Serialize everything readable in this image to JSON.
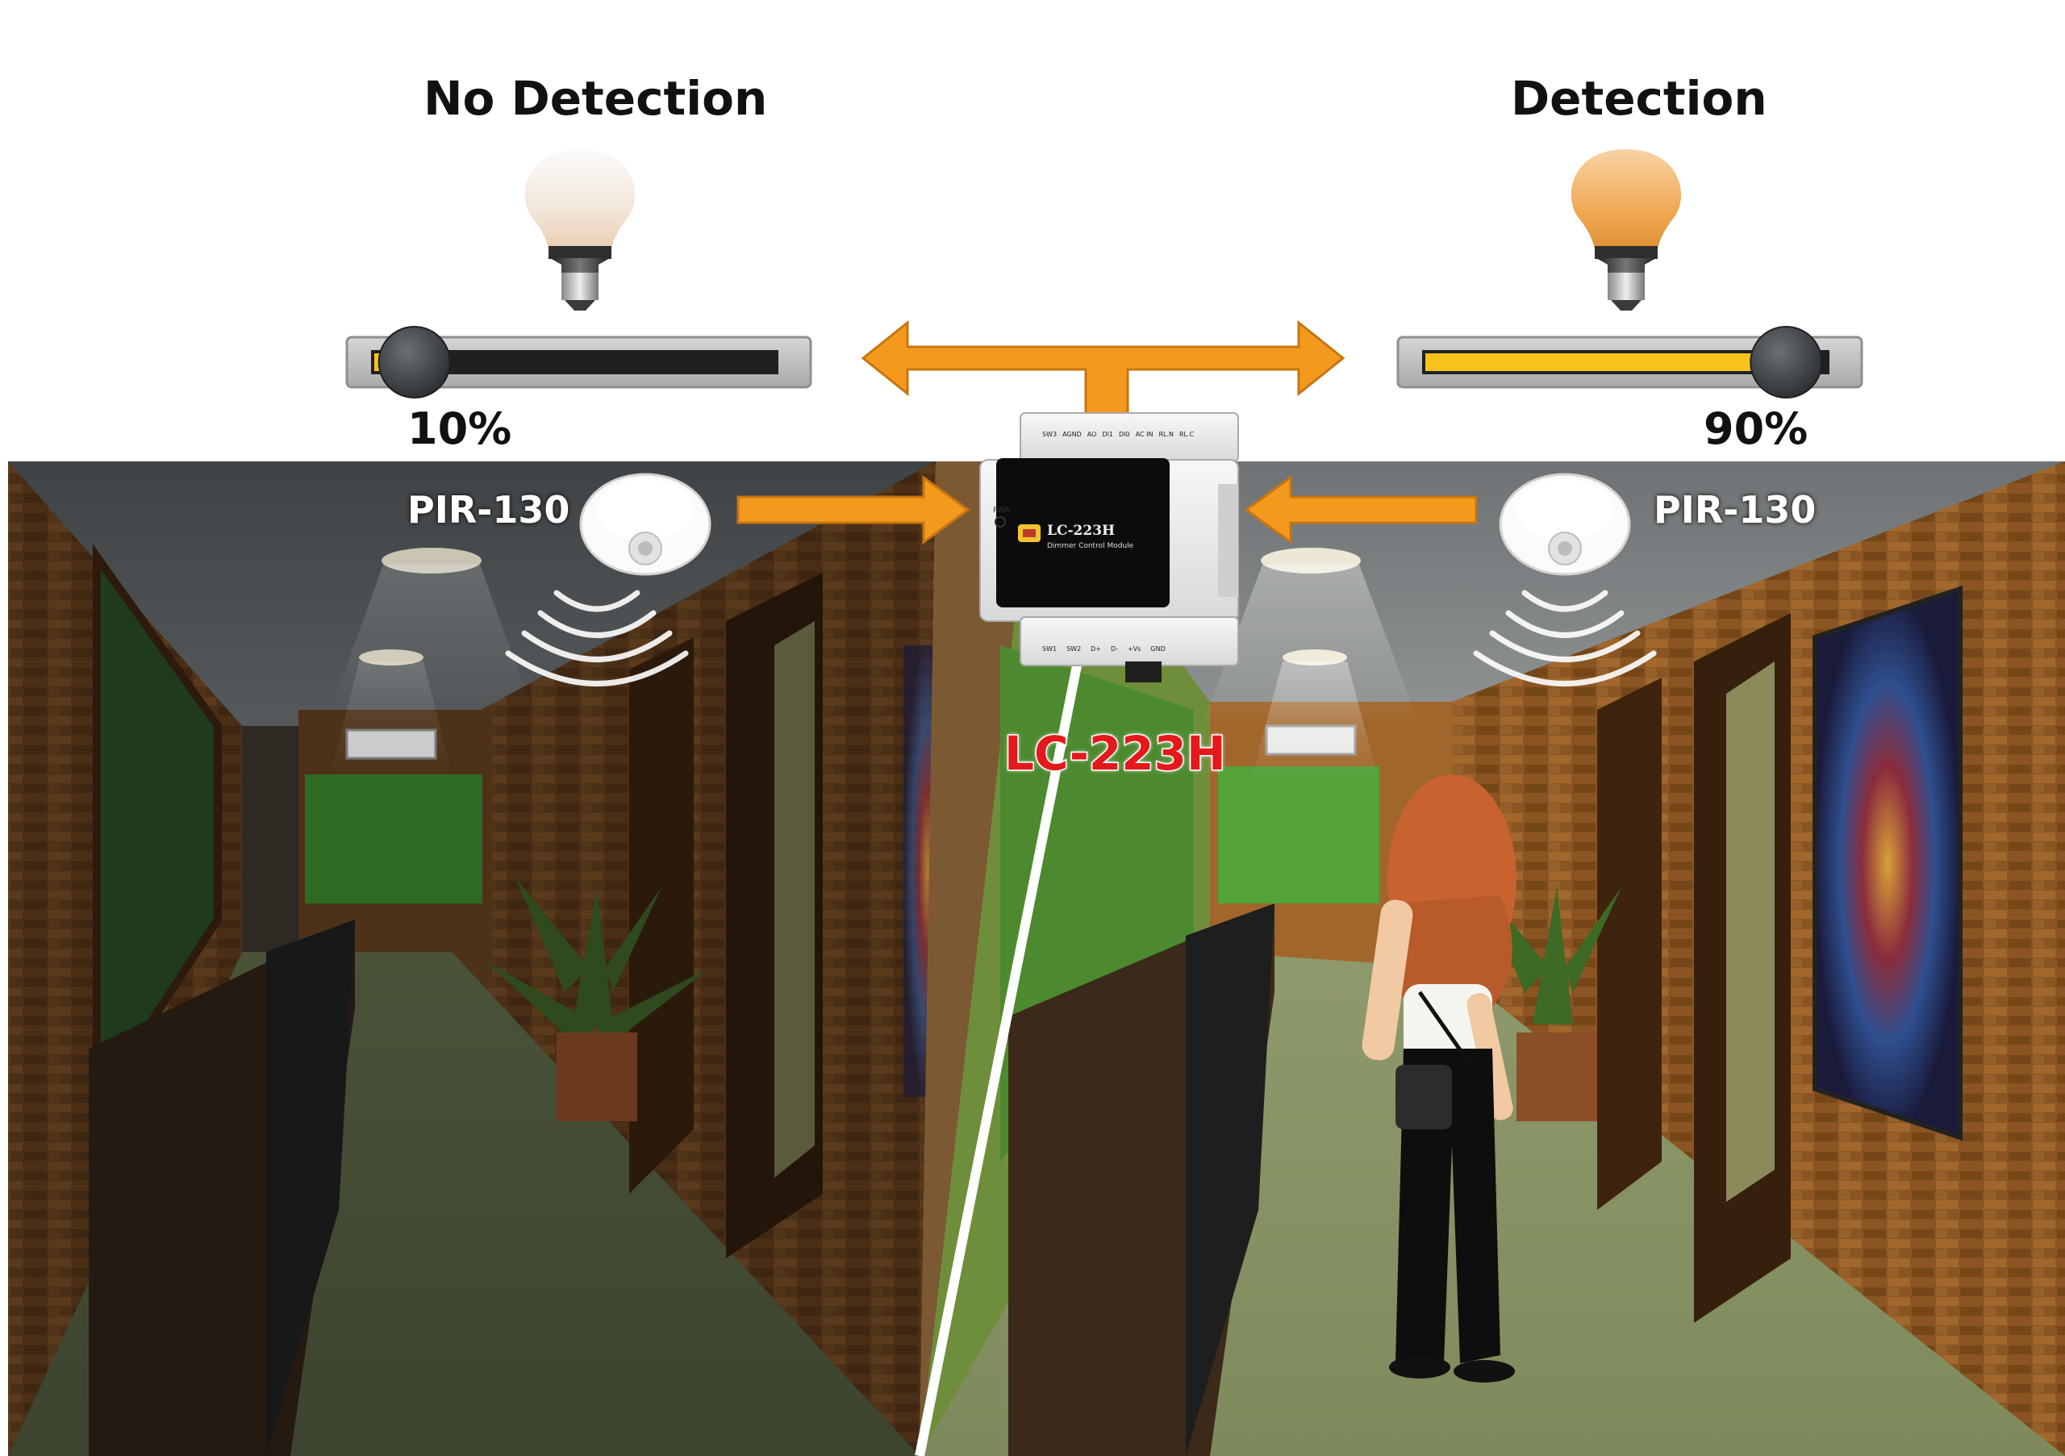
{
  "left_panel": {
    "heading": "No Detection",
    "dim_level_label": "10%",
    "dim_level": 0.1,
    "sensor_label": "PIR-130"
  },
  "right_panel": {
    "heading": "Detection",
    "dim_level_label": "90%",
    "dim_level": 0.9,
    "sensor_label": "PIR-130"
  },
  "module": {
    "name": "LC-223H",
    "subtitle": "Dimmer Control Module",
    "indicator": "PWR",
    "top_terminals": [
      "SW3",
      "AGND",
      "AO",
      "DI1",
      "DI0",
      "AC IN",
      "RL.N",
      "RL.C"
    ],
    "bottom_terminals": [
      "SW1",
      "SW2",
      "D+",
      "D-",
      "+Vs",
      "GND"
    ]
  },
  "colors": {
    "arrow": "#f39a1e",
    "slider_fill": "#f7c21b",
    "label_red": "#e3191b"
  },
  "icons": [
    "light-bulb-icon",
    "motion-sensor-icon",
    "slider-knob-icon",
    "arrow-icon"
  ]
}
